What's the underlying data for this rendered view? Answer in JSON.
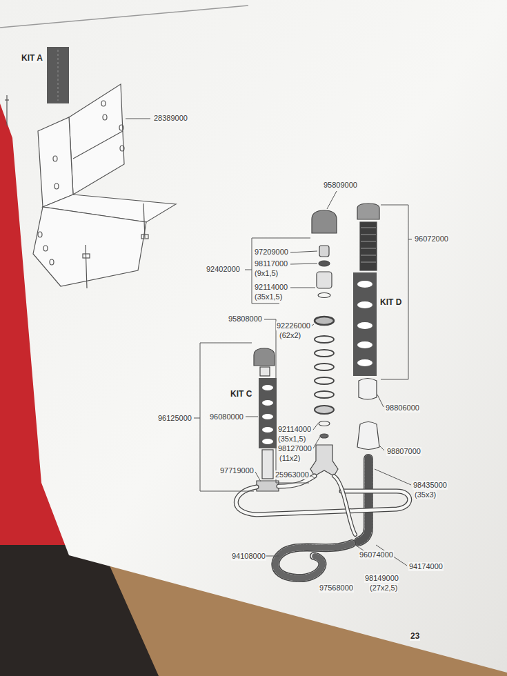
{
  "diagram": {
    "labels": [
      "KIT A",
      "28389000",
      "95809000",
      "96072000",
      "97209000",
      "98117000",
      "(9x1,5)",
      "92402000",
      "92114000",
      "(35x1,5)",
      "KIT D",
      "95808000",
      "92226000",
      "(62x2)",
      "KIT C",
      "96125000",
      "96080000",
      "98806000",
      "92114000",
      "(35x1,5)",
      "98127000",
      "(11x2)",
      "98807000",
      "97719000",
      "25963000",
      "98435000",
      "(35x3)",
      "94108000",
      "94174000",
      "96074000",
      "98149000",
      "(27x2,5)",
      "97568000",
      "23"
    ]
  }
}
